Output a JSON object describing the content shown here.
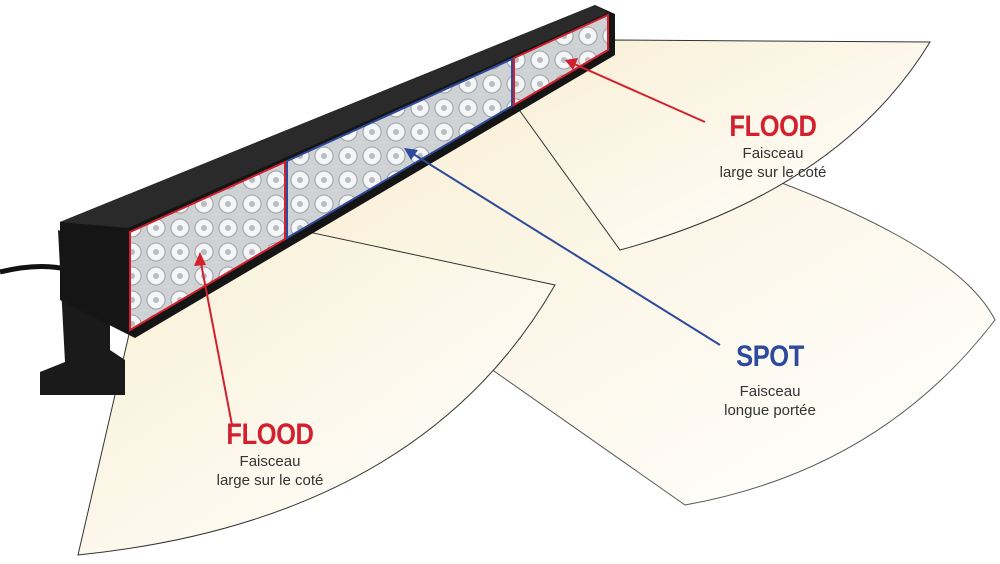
{
  "labels": {
    "flood_left": {
      "title": "FLOOD",
      "line1": "Faisceau",
      "line2": "large sur le coté"
    },
    "flood_right": {
      "title": "FLOOD",
      "line1": "Faisceau",
      "line2": "large sur le coté"
    },
    "spot": {
      "title": "SPOT",
      "line1": "Faisceau",
      "line2": "longue portée"
    }
  },
  "colors": {
    "flood": "#d2202f",
    "spot": "#2e4a9b",
    "beam": "#fbf4df"
  }
}
